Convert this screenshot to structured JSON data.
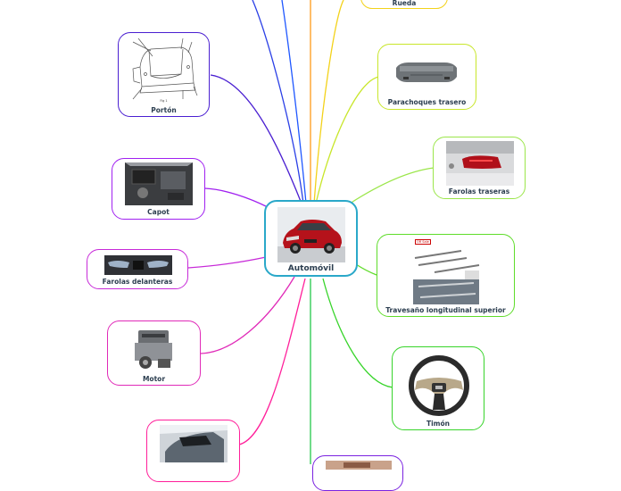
{
  "center": {
    "label": "Automóvil",
    "color": "#2aa8c9"
  },
  "nodes": {
    "rueda": {
      "label": "Rueda",
      "color": "#f3d21a"
    },
    "porton": {
      "label": "Portón",
      "color": "#4a1fd1",
      "figure_caption": "Fig 1"
    },
    "parachoques": {
      "label": "Parachoques trasero",
      "color": "#c8e62a"
    },
    "farolas_traseras": {
      "label": "Farolas traseras",
      "color": "#9be64a"
    },
    "capot": {
      "label": "Capot",
      "color": "#a020f0"
    },
    "travesano": {
      "label": "Travesaño longitudinal superior",
      "color": "#5fdc2a",
      "badge": "OR Sale"
    },
    "farolas_delanteras": {
      "label": "Farolas delanteras",
      "color": "#c72ad8"
    },
    "timon": {
      "label": "Timón",
      "color": "#37d42a"
    },
    "motor": {
      "label": "Motor",
      "color": "#e02ab8"
    },
    "techo": {
      "label": "",
      "color": "#ff1f9a"
    },
    "inferior": {
      "label": "",
      "color": "#7a22e0"
    }
  },
  "edges": [
    {
      "to": "rueda",
      "color": "#f3d21a"
    },
    {
      "to": "porton",
      "color": "#4a1fd1"
    },
    {
      "to": "parachoques",
      "color": "#c8e62a"
    },
    {
      "to": "farolas_traseras",
      "color": "#9be64a"
    },
    {
      "to": "capot",
      "color": "#a020f0"
    },
    {
      "to": "travesano",
      "color": "#5fdc2a"
    },
    {
      "to": "farolas_delanteras",
      "color": "#c72ad8"
    },
    {
      "to": "timon",
      "color": "#37d42a"
    },
    {
      "to": "motor",
      "color": "#e02ab8"
    },
    {
      "to": "techo",
      "color": "#ff1f9a"
    },
    {
      "to": "inferior",
      "color": "#7a22e0"
    },
    {
      "to": "top-blue",
      "color": "#2a3fe6"
    },
    {
      "to": "top-blue2",
      "color": "#1f57ff"
    },
    {
      "to": "top-orange",
      "color": "#ff9a1a"
    },
    {
      "to": "bottom-green",
      "color": "#22c84a"
    }
  ]
}
